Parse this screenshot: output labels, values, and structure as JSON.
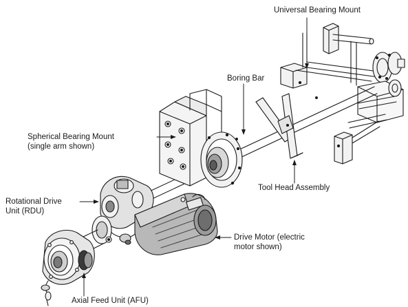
{
  "labels": {
    "universal_bearing_mount": "Universal  Bearing Mount",
    "boring_bar": "Boring Bar",
    "spherical_bearing_mount": {
      "line1": "Spherical Bearing Mount",
      "line2": "(single arm shown)"
    },
    "tool_head_assembly": "Tool Head Assembly",
    "rotational_drive_unit": {
      "line1": "Rotational Drive",
      "line2": "Unit (RDU)"
    },
    "drive_motor": {
      "line1": "Drive Motor (electric",
      "line2": "motor shown)"
    },
    "axial_feed_unit": "Axial Feed Unit (AFU)"
  },
  "colors": {
    "line": "#1a1a1a",
    "fill_light": "#f2f2f2",
    "fill_mid": "#bdbdbd",
    "fill_dark": "#6e6e6e"
  }
}
